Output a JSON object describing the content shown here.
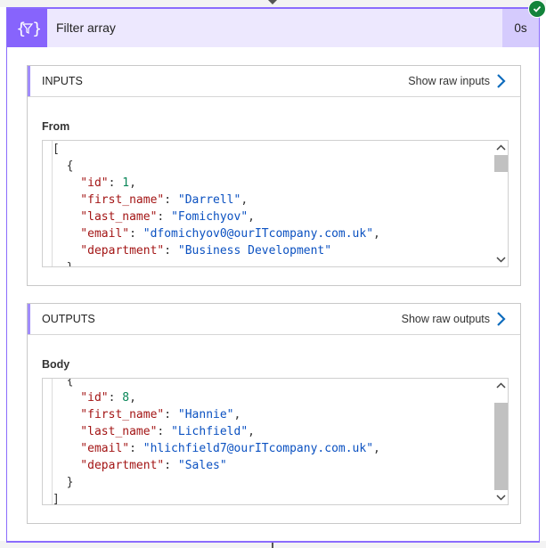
{
  "action": {
    "title": "Filter array",
    "duration": "0s",
    "icon": "filter-braces-icon",
    "status": "succeeded",
    "colors": {
      "accent": "#8764fc",
      "header_bg": "#ede8fe",
      "success": "#13833b"
    }
  },
  "inputs": {
    "title": "INPUTS",
    "raw_link": "Show raw inputs",
    "field_label": "From",
    "scroll_fraction": 0.0,
    "lines": [
      [
        [
          "p",
          "["
        ]
      ],
      [
        [
          "p",
          "  {"
        ]
      ],
      [
        [
          "k",
          "    \"id\""
        ],
        [
          "p",
          ": "
        ],
        [
          "n",
          "1"
        ],
        [
          "p",
          ","
        ]
      ],
      [
        [
          "k",
          "    \"first_name\""
        ],
        [
          "p",
          ": "
        ],
        [
          "s",
          "\"Darrell\""
        ],
        [
          "p",
          ","
        ]
      ],
      [
        [
          "k",
          "    \"last_name\""
        ],
        [
          "p",
          ": "
        ],
        [
          "s",
          "\"Fomichyov\""
        ],
        [
          "p",
          ","
        ]
      ],
      [
        [
          "k",
          "    \"email\""
        ],
        [
          "p",
          ": "
        ],
        [
          "s",
          "\"dfomichyov0@ourITcompany.com.uk\""
        ],
        [
          "p",
          ","
        ]
      ],
      [
        [
          "k",
          "    \"department\""
        ],
        [
          "p",
          ": "
        ],
        [
          "s",
          "\"Business Development\""
        ]
      ],
      [
        [
          "p",
          "  },"
        ]
      ]
    ]
  },
  "outputs": {
    "title": "OUTPUTS",
    "raw_link": "Show raw outputs",
    "field_label": "Body",
    "scroll_fraction": 1.0,
    "lines": [
      [
        [
          "p",
          "  {"
        ]
      ],
      [
        [
          "k",
          "    \"id\""
        ],
        [
          "p",
          ": "
        ],
        [
          "n",
          "8"
        ],
        [
          "p",
          ","
        ]
      ],
      [
        [
          "k",
          "    \"first_name\""
        ],
        [
          "p",
          ": "
        ],
        [
          "s",
          "\"Hannie\""
        ],
        [
          "p",
          ","
        ]
      ],
      [
        [
          "k",
          "    \"last_name\""
        ],
        [
          "p",
          ": "
        ],
        [
          "s",
          "\"Lichfield\""
        ],
        [
          "p",
          ","
        ]
      ],
      [
        [
          "k",
          "    \"email\""
        ],
        [
          "p",
          ": "
        ],
        [
          "s",
          "\"hlichfield7@ourITcompany.com.uk\""
        ],
        [
          "p",
          ","
        ]
      ],
      [
        [
          "k",
          "    \"department\""
        ],
        [
          "p",
          ": "
        ],
        [
          "s",
          "\"Sales\""
        ]
      ],
      [
        [
          "p",
          "  }"
        ]
      ],
      [
        [
          "p",
          "]"
        ]
      ]
    ]
  }
}
